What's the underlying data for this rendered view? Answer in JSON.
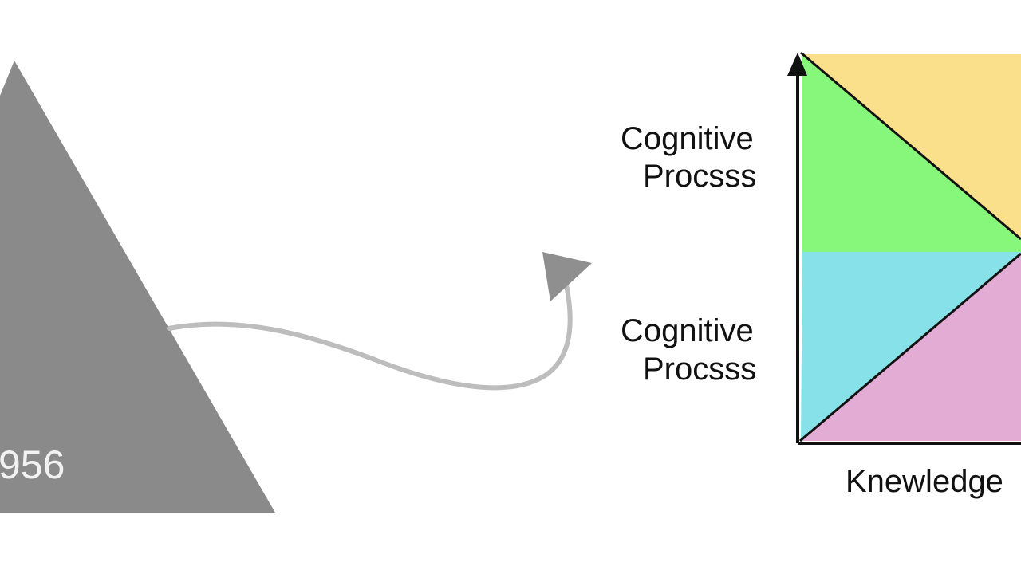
{
  "pyramid": {
    "year_text": "956"
  },
  "matrix": {
    "y_label_top": [
      "Cognitive",
      "Procsss"
    ],
    "y_label_bottom": [
      "Cognitive",
      "Procsss"
    ],
    "x_label": "Knewledge"
  },
  "colors": {
    "background": "#ffffff",
    "pyramid": "#8a8a8a",
    "arrow": "#bdbdbd",
    "arrowhead": "#8f8f8f",
    "yellow": "#fbe08b",
    "green": "#87f77b",
    "cyan": "#86e2e8",
    "pink": "#e2acd5",
    "axis": "#111111"
  }
}
